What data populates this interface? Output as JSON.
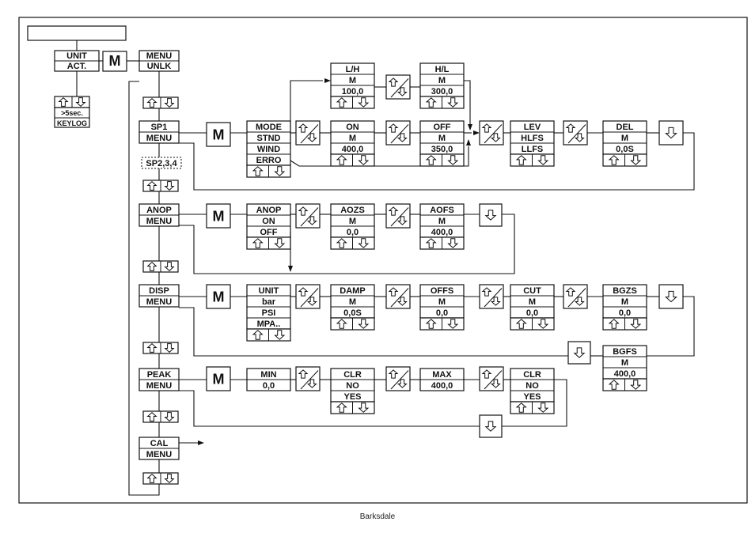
{
  "footer": {
    "brand": "Barksdale"
  },
  "header_box": {
    "text": ""
  },
  "labels": {
    "unit": "UNIT",
    "act": "ACT.",
    "m": "M",
    "menu": "MENU",
    "unlk": "UNLK",
    "five_sec": ">5sec.",
    "keylog": "KEYLOG",
    "sp1": "SP1",
    "sp234": "SP2,3,4",
    "mode": "MODE",
    "stnd": "STND",
    "wind": "WIND",
    "erro": "ERRO",
    "lh": "L/H",
    "hl": "H/L",
    "v1000": "100,0",
    "v3000": "300,0",
    "on": "ON",
    "off": "OFF",
    "v4000": "400,0",
    "v3500": "350,0",
    "lev": "LEV",
    "hlfs": "HLFS",
    "llfs": "LLFS",
    "del": "DEL",
    "v00s": "0,0S",
    "anop": "ANOP",
    "aozs": "AOZS",
    "aofs": "AOFS",
    "v00": "0,0",
    "disp": "DISP",
    "bar": "bar",
    "psi": "PSI",
    "mpa": "MPA..",
    "damp": "DAMP",
    "offs": "OFFS",
    "cut": "CUT",
    "bgzs": "BGZS",
    "bgfs": "BGFS",
    "peak": "PEAK",
    "min": "MIN",
    "clr": "CLR",
    "no": "NO",
    "yes": "YES",
    "max": "MAX",
    "cal": "CAL"
  }
}
